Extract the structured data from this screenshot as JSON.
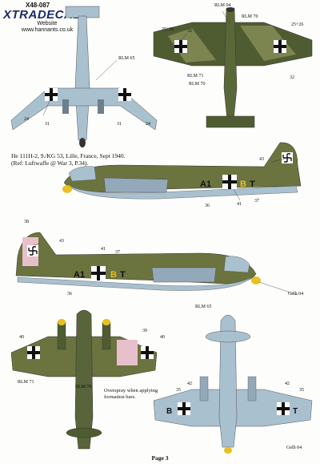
{
  "header": {
    "code": "X48-087",
    "brand": "XTRADECAL",
    "website_label": "Website",
    "website_url": "www.hannants.co.uk"
  },
  "caption": {
    "line1": "He 111H-2, 9./KG 53, Lille, France, Sept 1940.",
    "line2": "(Ref: Luftwaffe @ War 3, P.34)."
  },
  "labels": {
    "rlm65_top": "RLM 65",
    "rlm04_top": "RLM 04",
    "rlm70_top": "RLM 70",
    "rlm71_mid": "RLM 71",
    "rlm70_mid": "RLM 70",
    "n25_26_l": "25+26",
    "n25_26_r": "25+26",
    "n32_l": "32",
    "n32_r": "32",
    "n24_l": "24",
    "n24_r": "24",
    "n31_l": "31",
    "n31_r": "31",
    "n43_a": "43",
    "n36_a": "36",
    "n41_a": "41",
    "n37_a": "37",
    "n38_b": "38",
    "n43_b": "43",
    "n41_b": "41",
    "n37_b": "37",
    "n36_b": "36",
    "rlm65_b": "RLM 65",
    "gelb04_b": "Gelb 04",
    "n40_l": "40",
    "n39": "39",
    "n40_r": "40",
    "rlm71_c": "RLM 71",
    "rlm70_c": "RLM 70",
    "n35_l": "35",
    "n42_l": "42",
    "n42_r": "42",
    "n35_r": "35",
    "gelb04_d": "Gelb 04"
  },
  "codes": {
    "a1": "A1",
    "b": "B",
    "t": "T"
  },
  "note": "Overspray when applying formation bars.",
  "footer": {
    "page": "Page 3"
  },
  "colors": {
    "rlm65": "#a9c0cf",
    "rlm70": "#4f5c32",
    "rlm71": "#7c8450",
    "gelb04": "#e8c020"
  }
}
